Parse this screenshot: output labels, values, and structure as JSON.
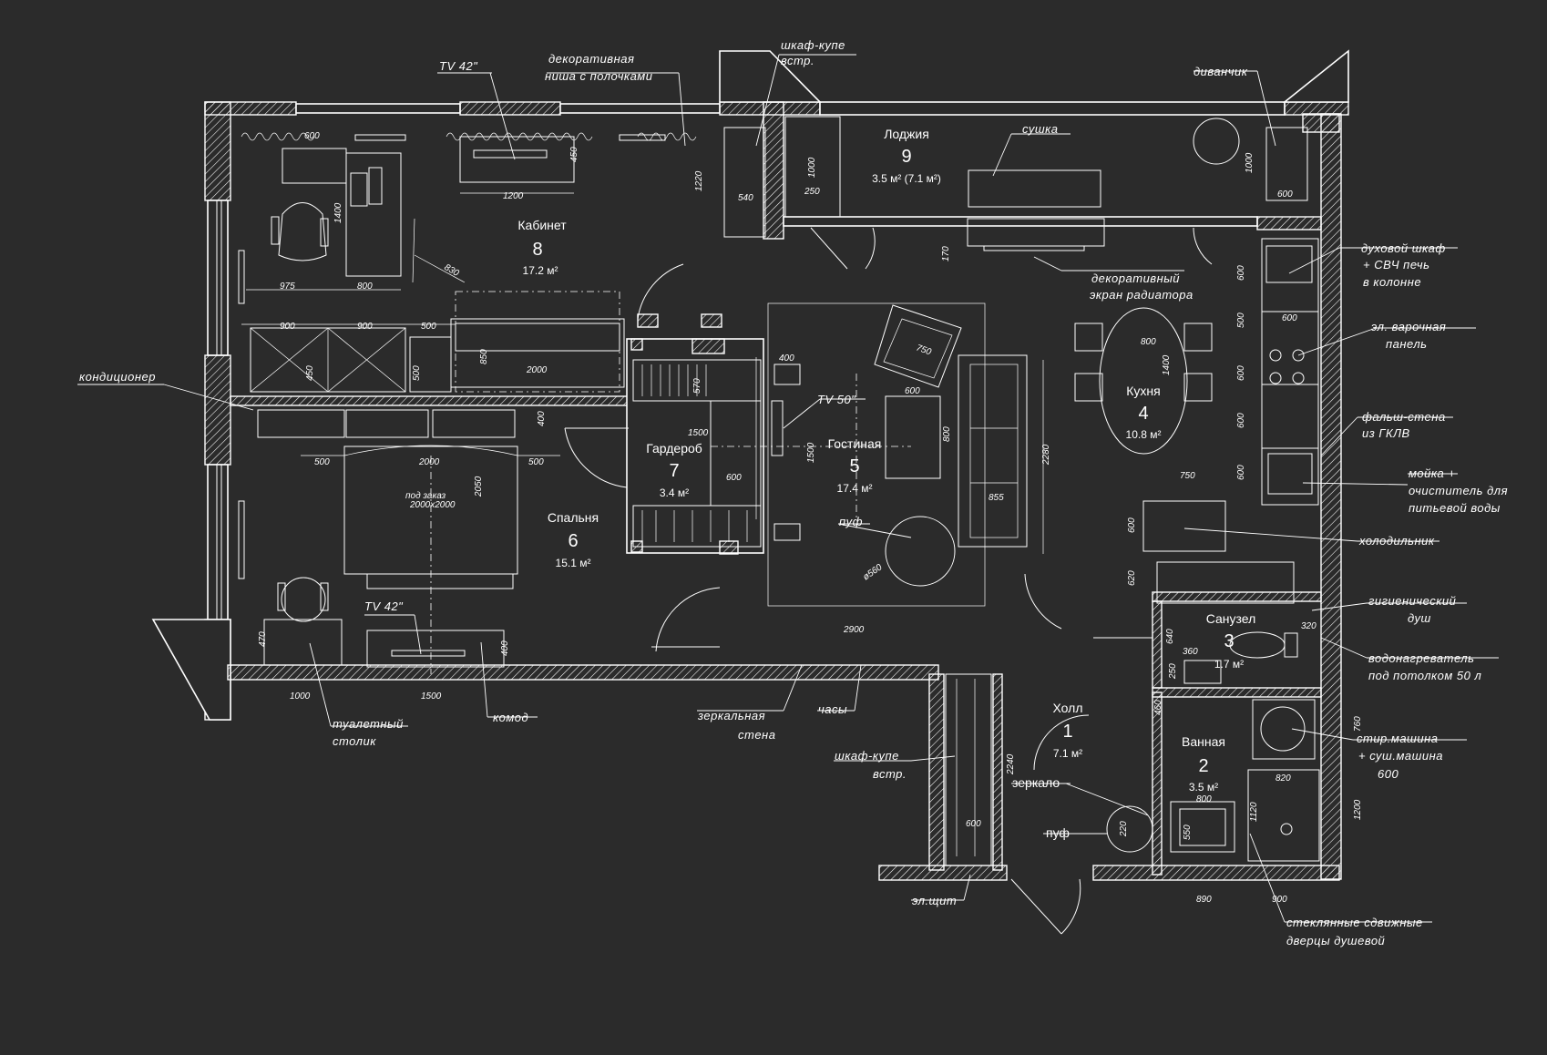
{
  "rooms": {
    "hall": {
      "name": "Холл",
      "number": "1",
      "area": "7.1 м²"
    },
    "bathroom": {
      "name": "Ванная",
      "number": "2",
      "area": "3.5 м²"
    },
    "toilet": {
      "name": "Санузел",
      "number": "3",
      "area": "1.7 м²"
    },
    "kitchen": {
      "name": "Кухня",
      "number": "4",
      "area": "10.8 м²"
    },
    "living": {
      "name": "Гостиная",
      "number": "5",
      "area": "17.4 м²"
    },
    "bedroom": {
      "name": "Спальня",
      "number": "6",
      "area": "15.1 м²"
    },
    "wardrobe": {
      "name": "Гардероб",
      "number": "7",
      "area": "3.4 м²"
    },
    "office": {
      "name": "Кабинет",
      "number": "8",
      "area": "17.2 м²"
    },
    "loggia": {
      "name": "Лоджия",
      "number": "9",
      "area": "3.5 м² (7.1 м²)"
    }
  },
  "callouts": {
    "tv_office": "TV 42\"",
    "deco_niche_1": "декоративная",
    "deco_niche_2": "ниша с полочками",
    "wardrobe_top_1": "шкаф-купе",
    "wardrobe_top_2": "встр.",
    "sofa_loggia": "диванчик",
    "dryer": "сушка",
    "radiator_1": "декоративный",
    "radiator_2": "экран радиатора",
    "oven_1": "духовой шкаф",
    "oven_2": "+ СВЧ печь",
    "oven_3": "в колонне",
    "hob_1": "эл. варочная",
    "hob_2": "панель",
    "false_wall_1": "фальш-стена",
    "false_wall_2": "из ГКЛВ",
    "sink_1": "мойка +",
    "sink_2": "очиститель для",
    "sink_3": "питьевой воды",
    "fridge": "холодильник",
    "hyg_shower_1": "гигиенический",
    "hyg_shower_2": "душ",
    "boiler_1": "водонагреватель",
    "boiler_2": "под потолком 50 л",
    "washer_1": "стир.машина",
    "washer_2": "+ суш.машина",
    "washer_3": "600",
    "glass_doors_1": "стеклянные сдвижные",
    "glass_doors_2": "дверцы душевой",
    "panel": "эл.щит",
    "wardrobe_hall_1": "шкаф-купе",
    "wardrobe_hall_2": "встр.",
    "mirror_wall_1": "зеркальная",
    "mirror_wall_2": "стена",
    "clock": "часы",
    "dresser": "комод",
    "vanity_1": "туалетный",
    "vanity_2": "столик",
    "tv_bedroom": "TV 42\"",
    "aircon": "кондиционер",
    "tv_living": "TV 50\"",
    "pouf_living": "пуф",
    "mirror_hall": "зеркало",
    "pouf_hall": "пуф"
  },
  "dimensions": {
    "d600_top": "600",
    "d1200": "1200",
    "d450": "450",
    "d1400": "1400",
    "d975": "975",
    "d800a": "800",
    "d830": "830",
    "d1220": "1220",
    "d540": "540",
    "d1000a": "1000",
    "d250": "250",
    "d900a": "900",
    "d900b": "900",
    "d500a": "500",
    "d450b": "450",
    "d500b": "500",
    "d850": "850",
    "d2000a": "2000",
    "d400a": "400",
    "d500c": "500",
    "d2000b": "2000",
    "d500d": "500",
    "d2050": "2050",
    "d470": "470",
    "d1000b": "1000",
    "d1500": "1500",
    "d400b": "400",
    "d570": "570",
    "d1500b": "1500",
    "d600b": "600",
    "d1500c": "1500",
    "d400c": "400",
    "d750": "750",
    "d600c": "600",
    "d800b": "800",
    "d2280": "2280",
    "d855": "855",
    "d560": "ø560",
    "d2900": "2900",
    "d170": "170",
    "d1000c": "1000",
    "d600d": "600",
    "d600e": "600",
    "d500e": "500",
    "d600f": "600",
    "d600g": "600",
    "d600h": "600",
    "d600i": "600",
    "d800c": "800",
    "d1400b": "1400",
    "d750b": "750",
    "d600j": "600",
    "d620": "620",
    "d640": "640",
    "d360": "360",
    "d250b": "250",
    "d320": "320",
    "d460": "460",
    "d760": "760",
    "d1200b": "1200",
    "d820": "820",
    "d800d": "800",
    "d550": "550",
    "d1120": "1120",
    "d220": "220",
    "d890": "890",
    "d900c": "900",
    "d2240": "2240",
    "d600k": "600",
    "bed_text_1": "под заказ",
    "bed_text_2": "2000x2000"
  },
  "colors": {
    "background": "#2b2b2b",
    "lines": "#ffffff"
  }
}
